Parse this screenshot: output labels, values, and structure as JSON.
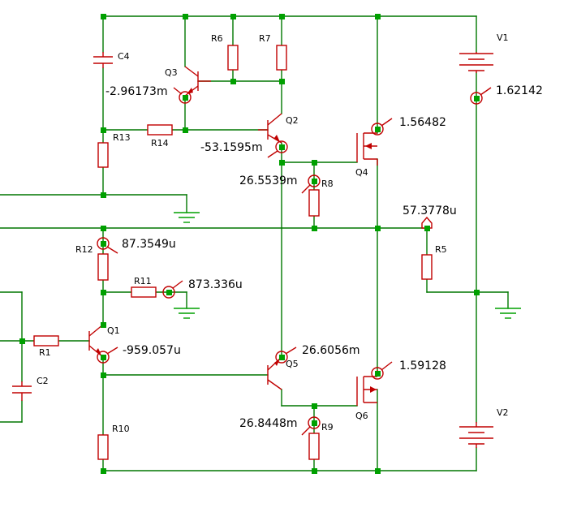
{
  "labels": {
    "c4": "C4",
    "r6": "R6",
    "r7": "R7",
    "v1": "V1",
    "q3": "Q3",
    "r13": "R13",
    "r14": "R14",
    "q2": "Q2",
    "q4": "Q4",
    "r8": "R8",
    "r5": "R5",
    "r12": "R12",
    "r11": "R11",
    "q1": "Q1",
    "r1": "R1",
    "c2": "C2",
    "q5": "Q5",
    "q6": "Q6",
    "r9": "R9",
    "r10": "R10",
    "v2": "V2"
  },
  "probes": {
    "c4_current": "-2.96173m",
    "v1_current": "1.62142",
    "q4_current": "1.56482",
    "q2_current": "-53.1595m",
    "r8_current": "26.5539m",
    "r5_voltage": "57.3778u",
    "r12_current": "87.3549u",
    "r11_current": "873.336u",
    "q1_current": "-959.057u",
    "q5_current": "26.6056m",
    "q6_current": "1.59128",
    "r9_current": "26.8448m"
  },
  "colors": {
    "wire": "#007700",
    "node": "#00a000",
    "component": "#c00000",
    "text": "#000000",
    "background": "#ffffff"
  }
}
